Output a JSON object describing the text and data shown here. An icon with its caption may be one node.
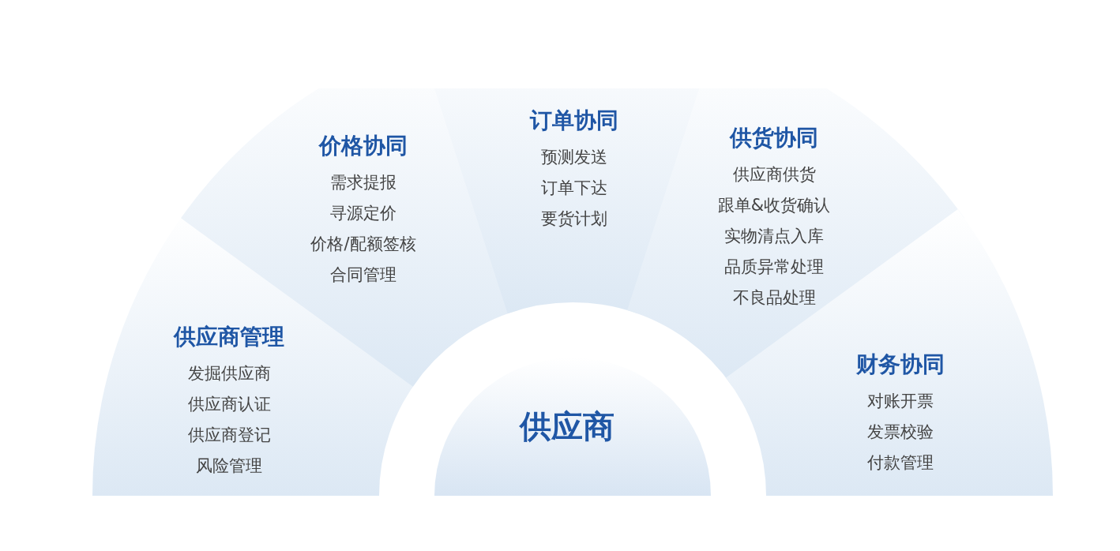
{
  "diagram": {
    "nodes": [
      {
        "text": [
          "供应商管理",
          "发掘供应商",
          "供应商认证",
          "供应商登记",
          "风险管理"
        ]
      },
      {
        "text": [
          "价格协同",
          "需求提报",
          "寻源定价",
          "价格/配额签核",
          "合同管理"
        ]
      },
      {
        "text": [
          "订单协同",
          "预测发送",
          "订单下达",
          "要货计划"
        ]
      },
      {
        "text": [
          "供货协同",
          "供应商供货",
          "跟单&收货确认",
          "实物清点入库",
          "品质异常处理",
          "不良品处理"
        ]
      },
      {
        "text": [
          "财务协同",
          "对账开票",
          "发票校验",
          "付款管理"
        ]
      },
      {
        "text": [
          "供应商"
        ]
      }
    ]
  }
}
